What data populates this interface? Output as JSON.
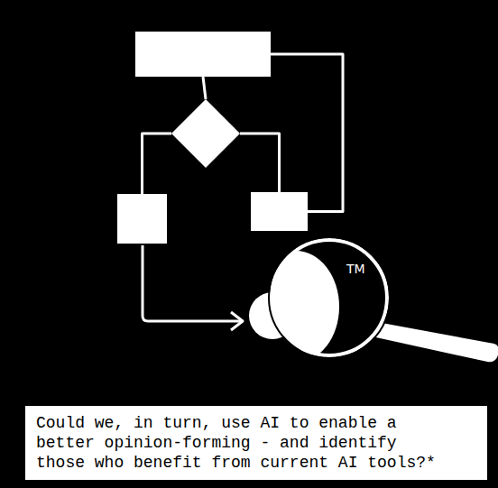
{
  "diagram": {
    "caption": "Could we, in turn, use AI to enable a better opinion-forming - and identify those who benefit from current AI tools?*",
    "nodes": [
      {
        "text": []
      },
      {
        "text": []
      },
      {
        "text": []
      },
      {
        "text": []
      }
    ],
    "edges": [
      {
        "from": 0,
        "to": 1,
        "arrow": "none"
      },
      {
        "from": 1,
        "to": 2,
        "arrow": "none"
      },
      {
        "from": 1,
        "to": 3,
        "arrow": "none"
      },
      {
        "from": 0,
        "to": 3,
        "arrow": "none"
      }
    ],
    "labels": [
      "TM"
    ]
  }
}
